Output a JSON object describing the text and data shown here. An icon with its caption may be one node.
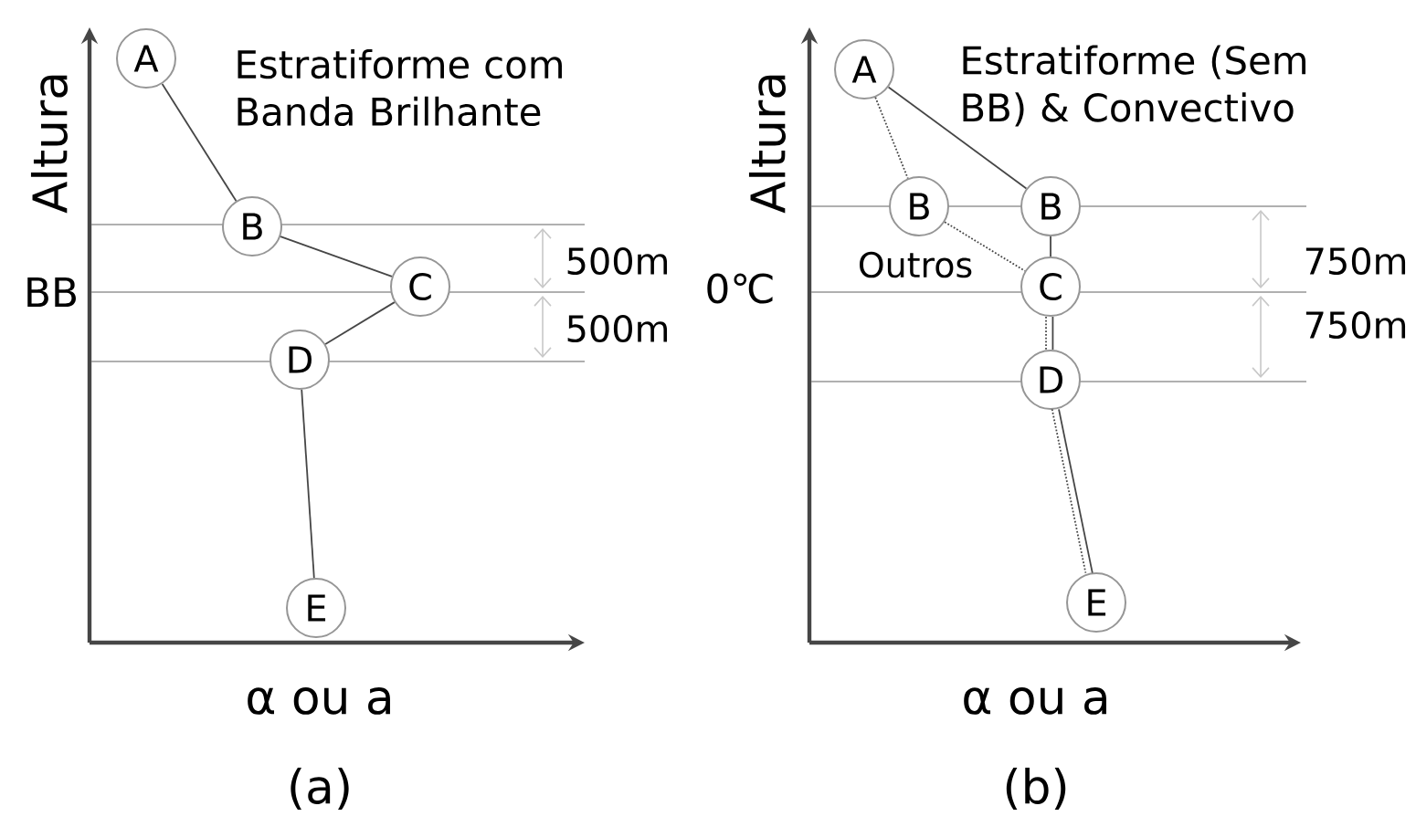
{
  "diagram": {
    "nodes": [
      {
        "text": [
          "A"
        ]
      },
      {
        "text": [
          "B"
        ]
      },
      {
        "text": [
          "C"
        ]
      },
      {
        "text": [
          "D"
        ]
      },
      {
        "text": [
          "E"
        ]
      },
      {
        "text": [
          "A"
        ]
      },
      {
        "text": [
          "B"
        ],
        "beside": [
          "Outros"
        ]
      },
      {
        "text": [
          "B"
        ]
      },
      {
        "text": [
          "C"
        ]
      },
      {
        "text": [
          "D"
        ]
      },
      {
        "text": [
          "E"
        ]
      }
    ],
    "edges": [
      {
        "from": 0,
        "to": 1,
        "arrow": "none"
      },
      {
        "from": 1,
        "to": 2,
        "arrow": "none"
      },
      {
        "from": 2,
        "to": 3,
        "arrow": "none"
      },
      {
        "from": 3,
        "to": 4,
        "arrow": "none"
      },
      {
        "from": 5,
        "to": 7,
        "arrow": "none"
      },
      {
        "from": 5,
        "to": 6,
        "arrow": "none",
        "style": "dashed"
      },
      {
        "from": 6,
        "to": 8,
        "arrow": "none",
        "style": "dashed"
      },
      {
        "from": 7,
        "to": 8,
        "arrow": "none"
      },
      {
        "from": 8,
        "to": 9,
        "arrow": "none"
      },
      {
        "from": 8,
        "to": 9,
        "arrow": "none",
        "style": "dashed"
      },
      {
        "from": 9,
        "to": 10,
        "arrow": "none"
      },
      {
        "from": 9,
        "to": 10,
        "arrow": "none",
        "style": "dashed"
      }
    ],
    "labels": [
      "Estratiforme com Banda Brilhante",
      "Altura",
      "BB",
      "500m",
      "500m",
      "α ou a",
      "(a)",
      "Estratiforme (Sem BB) & Convectivo",
      "Altura",
      "0℃",
      "750m",
      "750m",
      "α ou a",
      "(b)"
    ]
  }
}
